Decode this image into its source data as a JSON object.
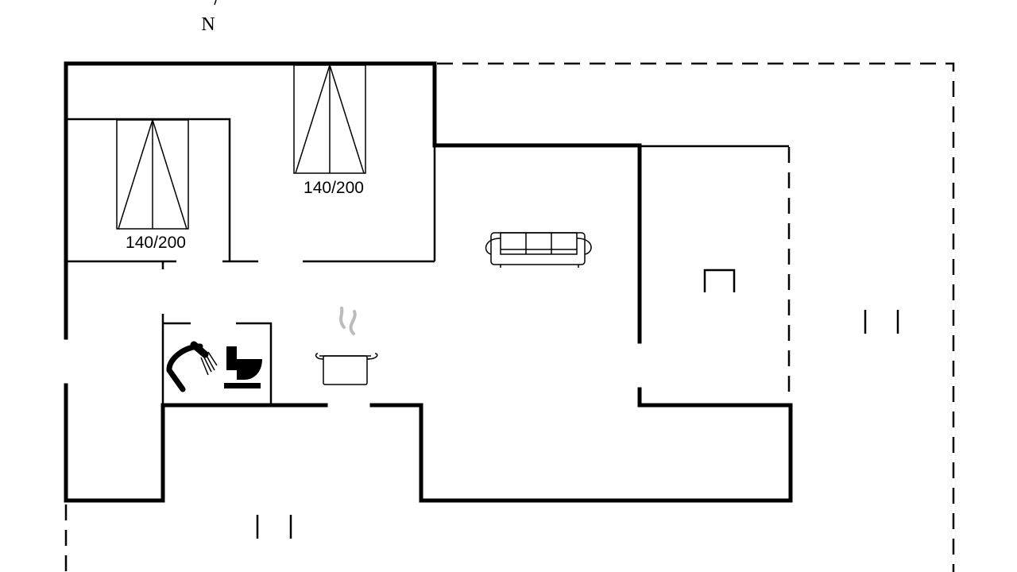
{
  "compass": {
    "label": "N"
  },
  "beds": [
    {
      "label": "140/200"
    },
    {
      "label": "140/200"
    }
  ],
  "icons": {
    "bed": "bed-icon",
    "sofa": "sofa-icon",
    "kitchen": "cooking-pot-icon",
    "shower": "shower-icon",
    "toilet": "toilet-icon"
  },
  "colors": {
    "line": "#000000",
    "steam": "#bbbbbb",
    "background": "#ffffff"
  }
}
